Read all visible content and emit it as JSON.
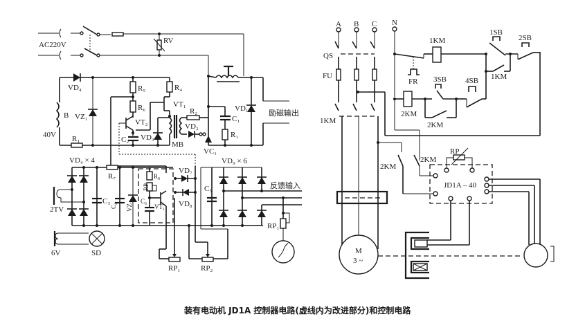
{
  "caption": "装有电动机 JD1A 控制器电路(虚线内为改进部分)和控制电路",
  "left_circuit": {
    "power_input": "AC220V",
    "varistor": "RV",
    "output_label": "励磁输出",
    "feedback_label": "反馈输入",
    "transformer_b": "B",
    "voltage_40v": "40V",
    "transformer_2tv": "2TV",
    "voltage_6v": "6V",
    "lamp": "SD",
    "components": {
      "vd4": "VD₄",
      "vz1": "VZ₁",
      "r1_left": "R₁",
      "r5": "R₅",
      "r4": "R₄",
      "r6": "R₆",
      "vt1_top": "VT₁",
      "vt2": "VT₂",
      "r2": "R₂",
      "vd2": "VD₂",
      "c2": "C₂",
      "vd3": "VD₃",
      "mb": "MB",
      "vc1": "VC₁",
      "c1": "C₁",
      "r1_right": "R₁",
      "vd1": "VD₁",
      "vd4x4": "VD₄ × 4",
      "r7": "R₇",
      "c3": "C₃",
      "c4": "C₄",
      "vz2": "VZ₂",
      "r8": "R₈",
      "rp": "RP",
      "c6": "C₆",
      "vt1_bottom": "VT₁",
      "vd7": "VD₇",
      "vd8": "VD₈",
      "c5": "C₅",
      "vd9x6": "VD₉ × 6",
      "rp1_left": "RP₁",
      "rp2": "RP₂",
      "rp1_right": "RP₁"
    }
  },
  "right_circuit": {
    "phases": [
      "A",
      "B",
      "C",
      "N"
    ],
    "qs": "QS",
    "fu": "FU",
    "km1_main": "1KM",
    "km1_coil": "1KM",
    "km1_aux": "1KM",
    "fr": "FR",
    "sb1": "1SB",
    "sb2": "2SB",
    "sb3": "3SB",
    "sb4": "4SB",
    "km2_coil": "2KM",
    "km2_aux": "2KM",
    "km2_left": "2KM",
    "km2_right": "2KM",
    "rp": "RP",
    "controller": "JD1A – 40",
    "motor_label": "M",
    "motor_phase": "3 ~"
  }
}
